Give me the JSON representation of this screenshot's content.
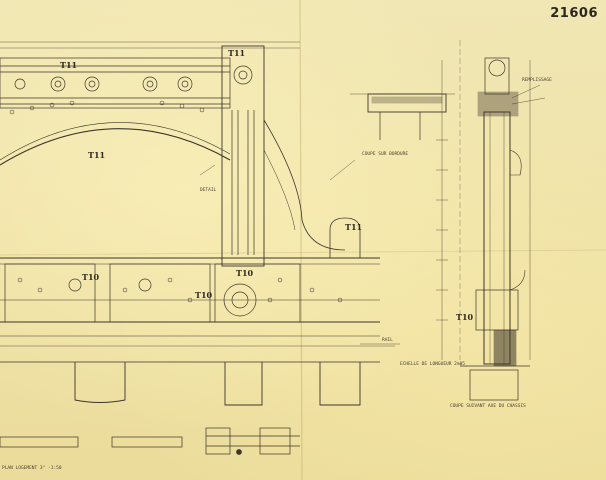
{
  "sheet_number": "21606",
  "section_labels": {
    "bridge_cross_section": "COUPE SUR BORDURE",
    "column_section": "COUPE SUIVANT AXE DU CHASSIS",
    "level_note": "ECHELLE DE LONGUEUR 2m05",
    "plan_title": "PLAN LOGEMENT 3° -1:50",
    "fill_note": "REMPLISSAGE",
    "rail_label": "RAIL",
    "detail_label": "DETAIL"
  },
  "part_tags": [
    "T11",
    "T11",
    "T11",
    "T10",
    "T11",
    "T10",
    "T10",
    "T10"
  ],
  "colors": {
    "paper": "#efe3a8",
    "ink": "#3d362b",
    "faint_ink": "#7a6d55",
    "fold": "#c8b878"
  }
}
